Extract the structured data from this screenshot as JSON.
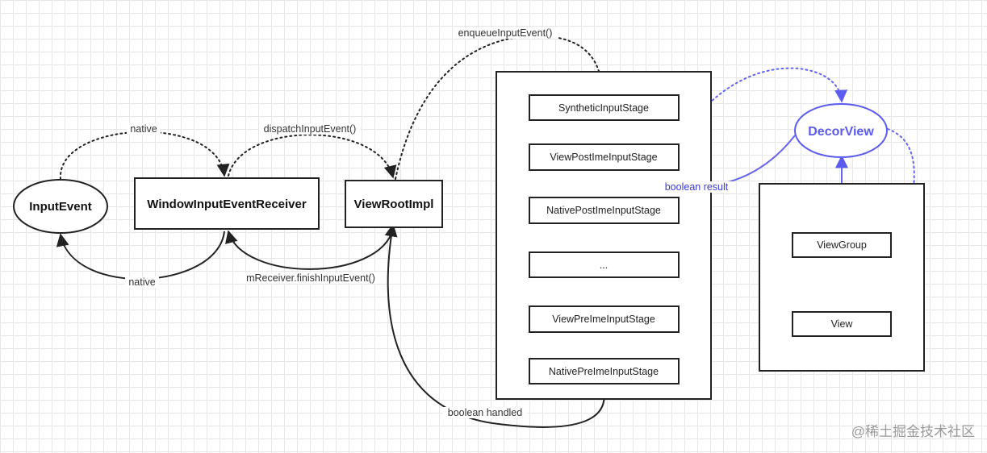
{
  "nodes": {
    "input_event": "InputEvent",
    "window_input_event_receiver": "WindowInputEventReceiver",
    "view_root_impl": "ViewRootImpl",
    "decor_view": "DecorView",
    "view_group": "ViewGroup",
    "view": "View"
  },
  "stages": [
    "SyntheticInputStage",
    "ViewPostImeInputStage",
    "NativePostImeInputStage",
    "...",
    "ViewPreImeInputStage",
    "NativePreImeInputStage"
  ],
  "edge_labels": {
    "native_top": "native",
    "native_bottom": "native",
    "dispatch_input_event": "dispatchInputEvent()",
    "finish_input_event": "mReceiver.finishInputEvent()",
    "enqueue_input_event": "enqueueInputEvent()",
    "boolean_result": "boolean result",
    "boolean_handled": "boolean handled"
  },
  "watermark": "@稀土掘金技术社区",
  "colors": {
    "dark_stroke": "#222222",
    "blue_accent": "#5b5bf0",
    "grid": "#e7e7e7",
    "background": "#ffffff"
  }
}
